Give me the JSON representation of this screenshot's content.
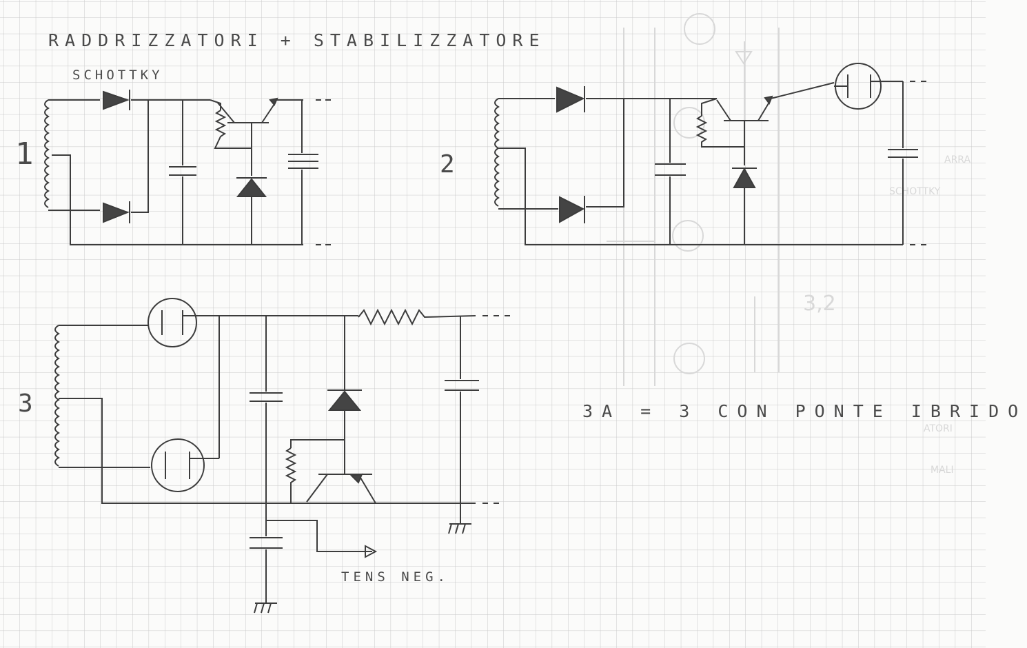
{
  "title": "RADDRIZZATORI + STABILIZZATORE",
  "schottky_label": "SCHOTTKY",
  "circuits": [
    {
      "label": "1"
    },
    {
      "label": "2"
    },
    {
      "label": "3"
    }
  ],
  "note": "3A = 3 CON PONTE IBRIDO",
  "output_label": "TENS NEG.",
  "colors": {
    "paper": "#fbfbfa",
    "grid": "#c9c9c9",
    "pencil": "#3c3c3c",
    "faint": "#d6d6d6"
  }
}
